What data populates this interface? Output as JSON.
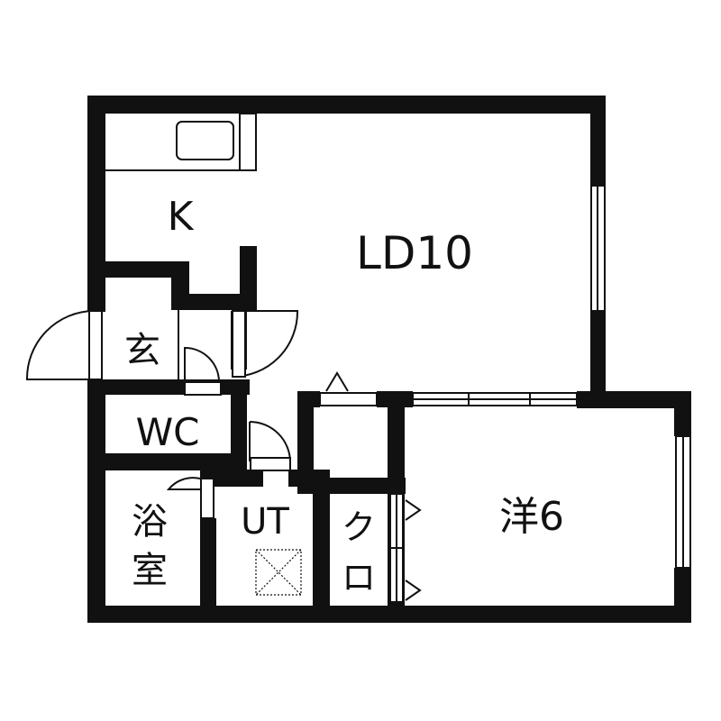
{
  "rooms": {
    "kitchen": "K",
    "living_dining": "LD10",
    "entrance": "玄",
    "toilet": "WC",
    "bath_line1": "浴",
    "bath_line2": "室",
    "utility": "UT",
    "closet_line1": "ク",
    "closet_line2": "ロ",
    "western_room": "洋6"
  },
  "colors": {
    "wall": "#111111",
    "background": "#ffffff"
  }
}
